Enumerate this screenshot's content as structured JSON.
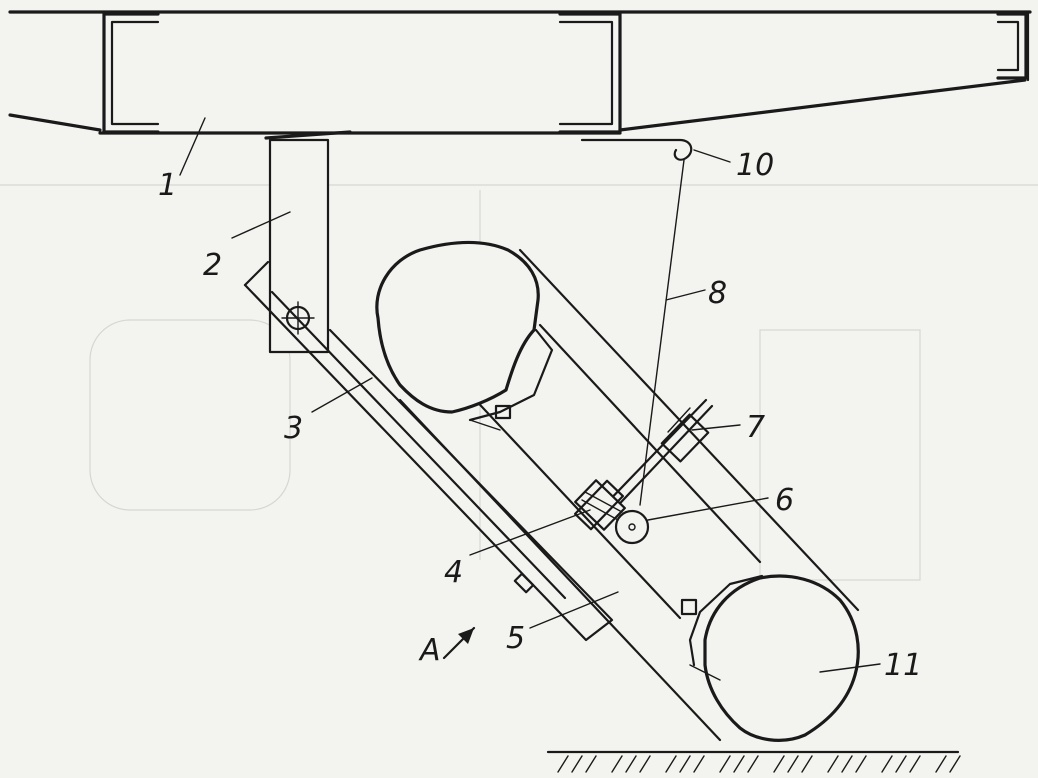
{
  "diagram": {
    "callouts": [
      {
        "id": "1",
        "text": "1"
      },
      {
        "id": "2",
        "text": "2"
      },
      {
        "id": "3",
        "text": "3"
      },
      {
        "id": "4",
        "text": "4"
      },
      {
        "id": "5",
        "text": "5"
      },
      {
        "id": "6",
        "text": "6"
      },
      {
        "id": "7",
        "text": "7"
      },
      {
        "id": "8",
        "text": "8"
      },
      {
        "id": "10",
        "text": "10"
      },
      {
        "id": "11",
        "text": "11"
      }
    ],
    "view_marker": {
      "text": "A"
    }
  },
  "colors": {
    "ink": "#1a1a1a",
    "paper": "#f3f3f0"
  }
}
